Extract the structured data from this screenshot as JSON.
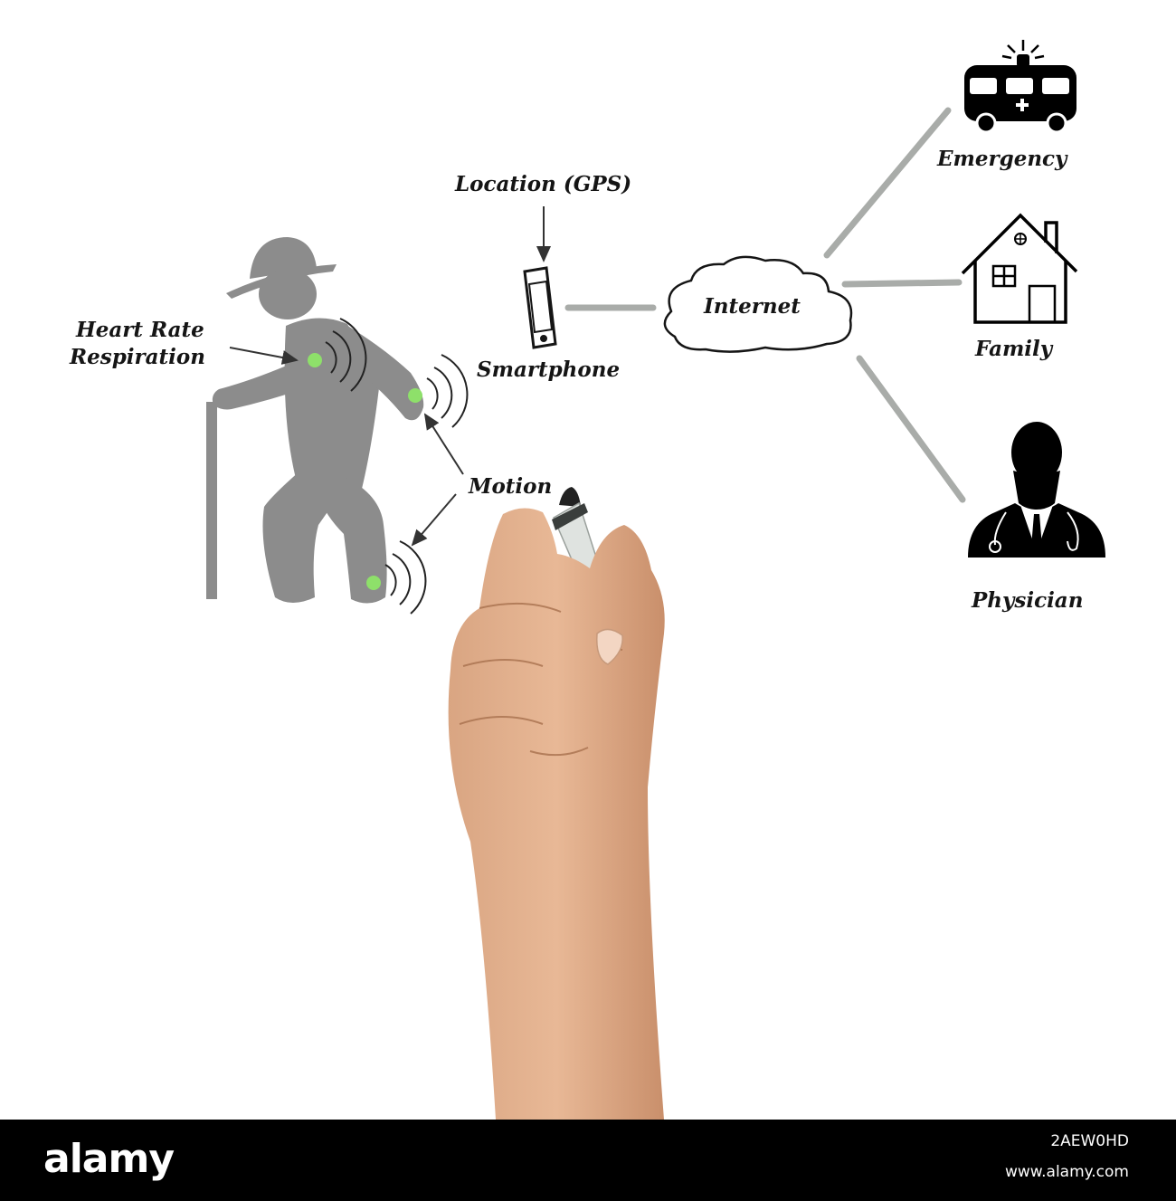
{
  "diagram": {
    "labels": {
      "heart_rate": "Heart Rate",
      "respiration": "Respiration",
      "location": "Location (GPS)",
      "smartphone": "Smartphone",
      "internet": "Internet",
      "emergency": "Emergency",
      "family": "Family",
      "physician": "Physician",
      "motion": "Motion"
    },
    "icons": [
      "elderly-person-icon",
      "cane-icon",
      "smartphone-icon",
      "cloud-icon",
      "ambulance-icon",
      "house-icon",
      "doctor-icon",
      "marker-icon",
      "hand-icon"
    ],
    "colors": {
      "figure": "#8c8c8c",
      "sensor": "#8ee06a",
      "connector": "#a9aca9",
      "ink": "#151515"
    }
  },
  "footer": {
    "logo": "alamy",
    "image_id": "2AEW0HD",
    "url": "www.alamy.com"
  }
}
